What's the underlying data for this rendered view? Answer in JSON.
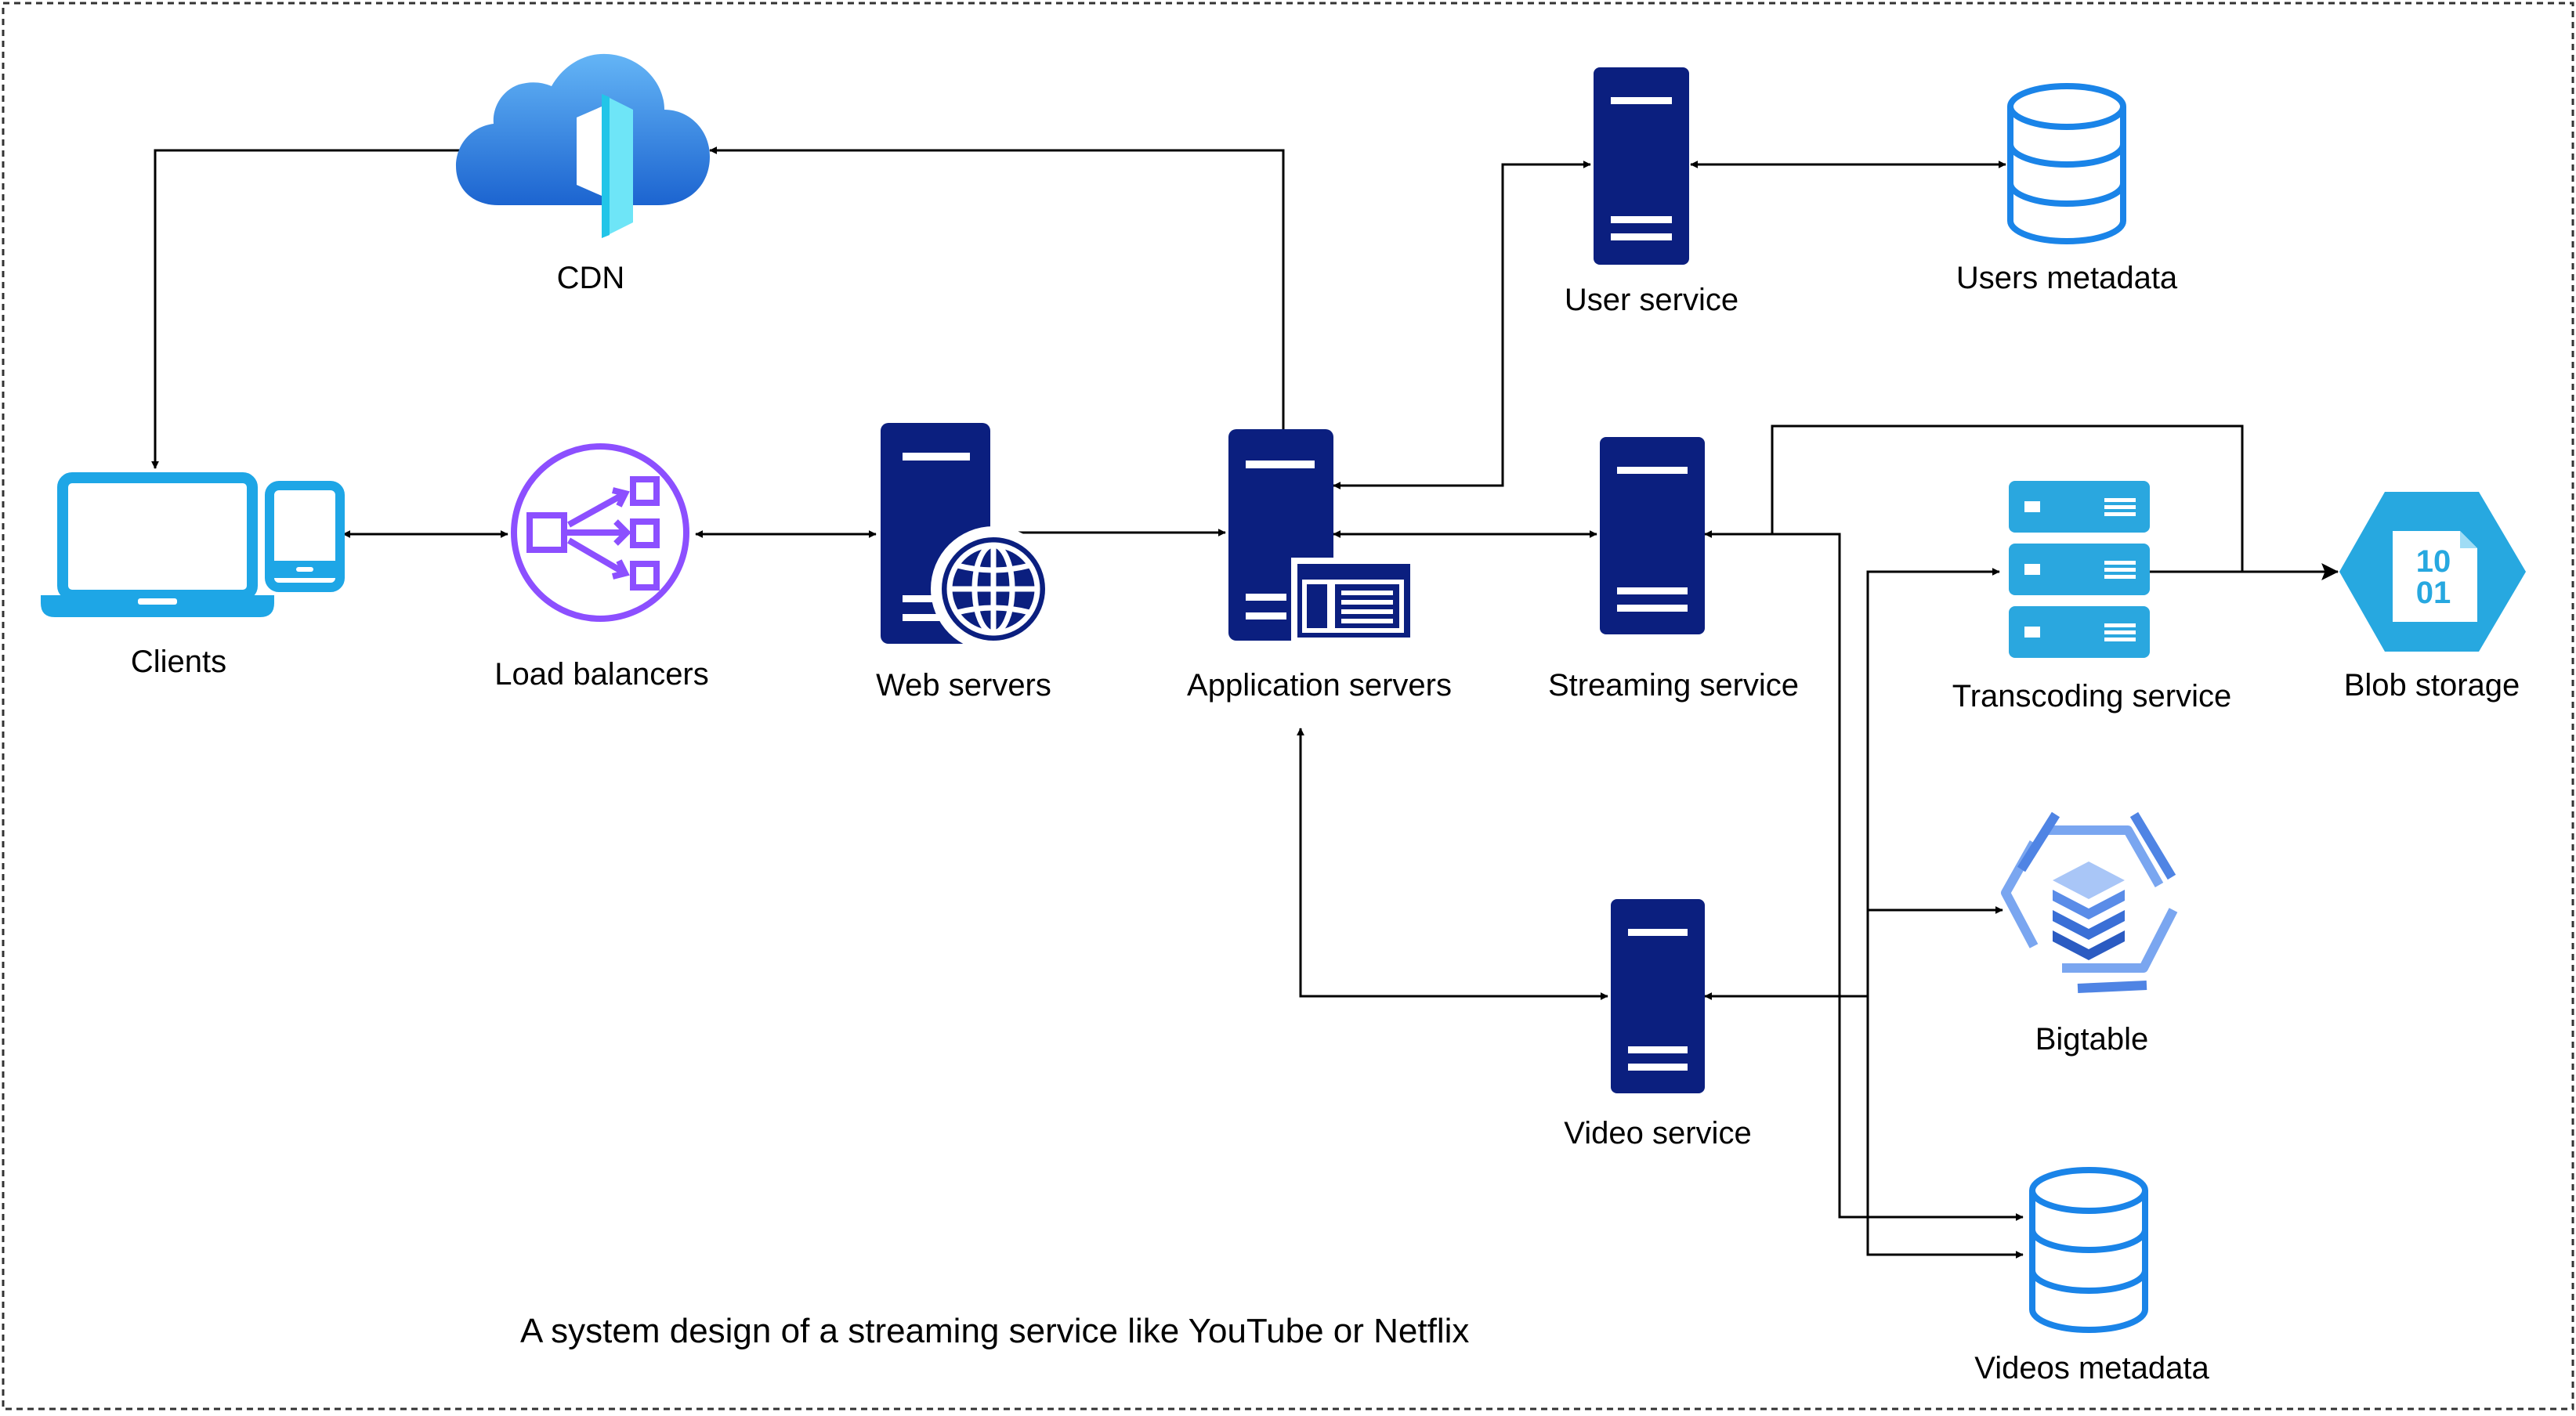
{
  "caption": "A system design of a streaming service like YouTube or Netflix",
  "nodes": {
    "cdn": {
      "label": "CDN",
      "icon": "cloud-cdn-icon"
    },
    "clients": {
      "label": "Clients",
      "icon": "laptop-phone-icon"
    },
    "load_balancers": {
      "label": "Load balancers",
      "icon": "load-balancer-icon"
    },
    "web_servers": {
      "label": "Web servers",
      "icon": "web-server-icon"
    },
    "application_servers": {
      "label": "Application servers",
      "icon": "application-server-icon"
    },
    "user_service": {
      "label": "User service",
      "icon": "server-icon"
    },
    "users_metadata": {
      "label": "Users metadata",
      "icon": "database-icon"
    },
    "streaming_service": {
      "label": "Streaming service",
      "icon": "server-icon"
    },
    "transcoding_service": {
      "label": "Transcoding service",
      "icon": "server-stack-icon"
    },
    "blob_storage": {
      "label": "Blob storage",
      "icon": "blob-storage-icon",
      "glyph_top": "10",
      "glyph_bottom": "01"
    },
    "bigtable": {
      "label": "Bigtable",
      "icon": "bigtable-icon"
    },
    "video_service": {
      "label": "Video service",
      "icon": "server-icon"
    },
    "videos_metadata": {
      "label": "Videos metadata",
      "icon": "database-icon"
    }
  },
  "colors": {
    "server_navy": "#0b1f7f",
    "cdn_blue": "#2f7fdc",
    "client_cyan": "#1ea6e6",
    "load_balancer_purple": "#8c4fff",
    "database_blue": "#1a84e8",
    "transcoding_blue": "#2aa7df",
    "blob_blue": "#27a8e0",
    "bigtable_blue": "#5a8ce8"
  }
}
